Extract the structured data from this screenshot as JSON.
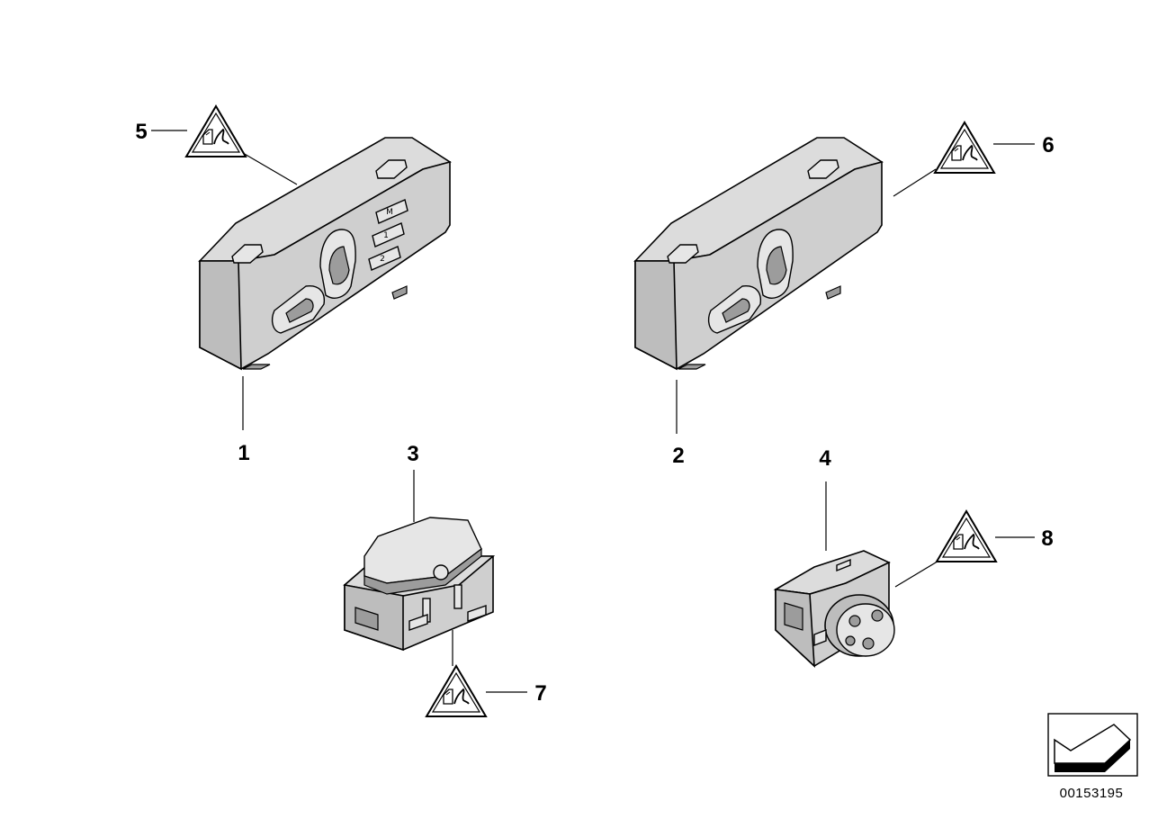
{
  "callouts": {
    "c1": "1",
    "c2": "2",
    "c3": "3",
    "c4": "4",
    "c5": "5",
    "c6": "6",
    "c7": "7",
    "c8": "8"
  },
  "memory_keys": {
    "m": "M",
    "k1": "1",
    "k2": "2"
  },
  "reference_number": "00153195",
  "icons": {
    "warning_triangle": "warning-triangle-icon",
    "direction_arrow": "arrow-icon"
  },
  "colors": {
    "line": "#000000",
    "part_fill": "#cfcfcf",
    "background": "#ffffff"
  }
}
